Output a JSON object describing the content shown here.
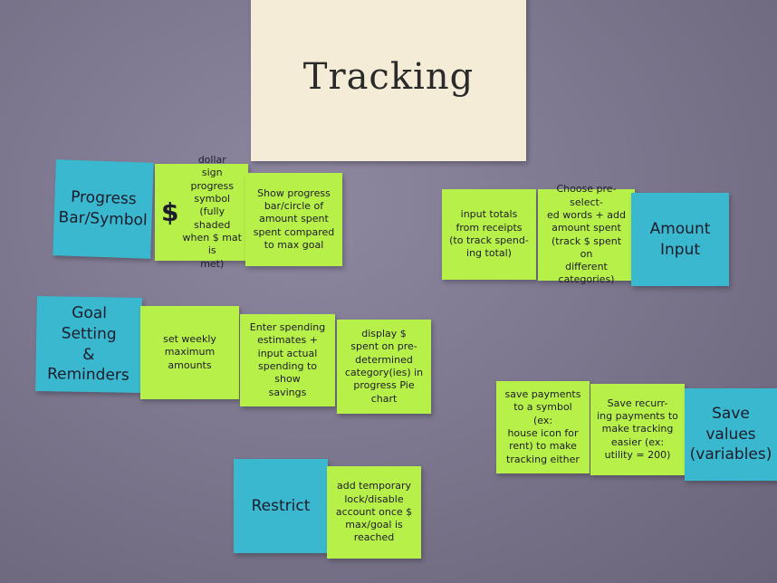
{
  "header": {
    "title": "Tracking"
  },
  "rows": {
    "progress": {
      "category": "Progress\nBar/Symbol",
      "notes": [
        "dollar\nsign\nprogress symbol\n(fully shaded\nwhen $ mat is\nmet)",
        "Show progress\nbar/circle of\namount spent\nspent compared\nto max goal"
      ]
    },
    "amount_input": {
      "category": "Amount\nInput",
      "notes": [
        "input totals\nfrom receipts\n(to track spend-\ning total)",
        "Choose pre-select-\ned words + add\namount spent\n(track $ spent on\ndifferent\ncategories)"
      ]
    },
    "goal_setting": {
      "category": "Goal\nSetting\n&\nReminders",
      "notes": [
        "set weekly\nmaximum\namounts",
        "Enter spending\nestimates +\ninput actual\nspending to show\nsavings",
        "display $\nspent on pre-\ndetermined\ncategory(ies) in\nprogress Pie\nchart"
      ]
    },
    "save_values": {
      "category": "Save\nvalues\n(variables)",
      "notes": [
        "save payments\nto a symbol (ex:\nhouse icon for\nrent) to make\ntracking either",
        "Save recurr-\ning payments to\nmake tracking\neasier (ex:\nutility = 200)"
      ]
    },
    "restrict": {
      "category": "Restrict",
      "notes": [
        "add temporary\nlock/disable\naccount once $\nmax/goal is\nreached"
      ]
    }
  },
  "icons": {
    "dollar_symbol": "dollar-sign-icon"
  },
  "colors": {
    "wall": "#7d778f",
    "paper": "#f4ecd6",
    "blue_note": "#3ab8cf",
    "green_note": "#b8f04a"
  }
}
